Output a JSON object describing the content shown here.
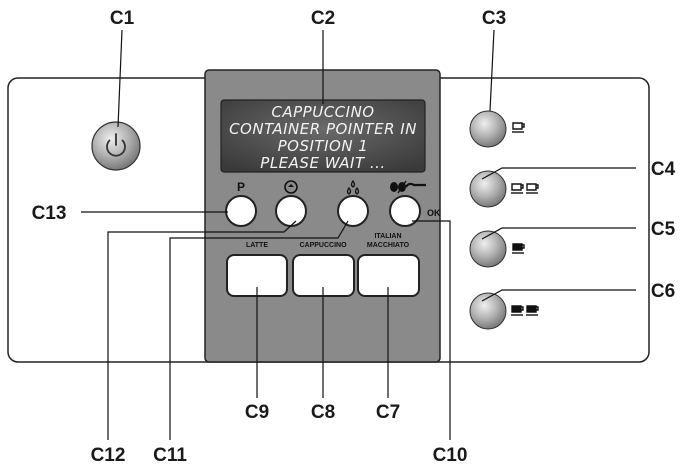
{
  "callouts": {
    "c1": "C1",
    "c2": "C2",
    "c3": "C3",
    "c4": "C4",
    "c5": "C5",
    "c6": "C6",
    "c7": "C7",
    "c8": "C8",
    "c9": "C9",
    "c10": "C10",
    "c11": "C11",
    "c12": "C12",
    "c13": "C13"
  },
  "display": {
    "line1": "CAPPUCCINO",
    "line2": "CONTAINER POINTER IN",
    "line3": "POSITION 1",
    "line4": "PLEASE WAIT ..."
  },
  "panel_buttons": {
    "p_label": "P",
    "ok_label": "OK",
    "latte": "LATTE",
    "cappuccino": "CAPPUCCINO",
    "italian_macchiato_1": "ITALIAN",
    "italian_macchiato_2": "MACCHIATO"
  },
  "icons": {
    "power": "power-icon",
    "descale": "descale-icon",
    "steam": "steam-drops-icon",
    "coffee_ok": "beans-ground-coffee-icon",
    "one_mild": "one-cup-mild-icon",
    "two_mild": "two-cups-mild-icon",
    "one_strong": "one-cup-strong-icon",
    "two_strong": "two-cups-strong-icon"
  },
  "colors": {
    "panel": "#888888",
    "display": "#4a4a4a",
    "button": "#bdbdbd",
    "outline": "#222222"
  }
}
